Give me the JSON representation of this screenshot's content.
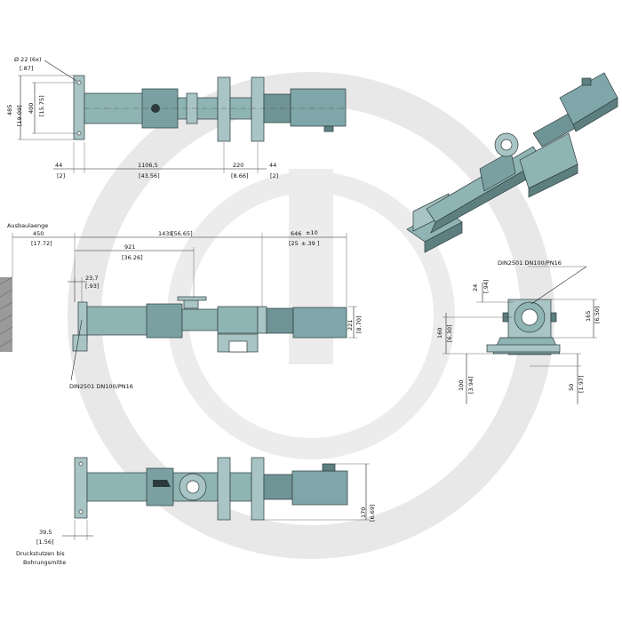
{
  "colors": {
    "pump_body": "#8fb4b4",
    "pump_dark": "#5d7f80",
    "flange": "#a9c4c4",
    "motor": "#7fa6a8",
    "watermark": "#e6e6e6",
    "wall": "#9a9a9a"
  },
  "top_view": {
    "hole_note": "Ø 22 (6x)",
    "hole_note_in": "[.87]",
    "h485": "485",
    "h485_in": "[19.09]",
    "h400": "400",
    "h400_in": "[15.75]",
    "d44_left": "44",
    "d44_left_in": "[2]",
    "d1106": "1106,5",
    "d1106_in": "[43.56]",
    "d220": "220",
    "d220_in": "[8.66]",
    "d44_right": "44",
    "d44_right_in": "[2]"
  },
  "side_view": {
    "install_length_label": "Ausbaulaenge",
    "d450": "450",
    "d450_in": "[17.72]",
    "d1439": "1439",
    "d1439_in": "[56.65]",
    "d646": "646",
    "tol": "±10",
    "d646_in": "[25",
    "tol_in": "±.39 ]",
    "d921": "921",
    "d921_in": "[36.26]",
    "d23": "23,7",
    "d23_in": "[.93]",
    "d221": "221",
    "d221_in": "[8.70]",
    "flange_note": "DIN2501 DN100/PN16"
  },
  "end_view": {
    "flange_note": "DIN2501 DN100/PN16",
    "d24": "24",
    "d24_in": "[.94]",
    "d165": "165",
    "d165_in": "[6.50]",
    "d160": "160",
    "d160_in": "[6.30]",
    "d100": "100",
    "d100_in": "[3.94]",
    "d50": "50",
    "d50_in": "[1.97]"
  },
  "bottom_view": {
    "d39": "39,5",
    "d39_in": "[1.56]",
    "outlet_note_1": "Druckstutzen bis",
    "outlet_note_2": "Bohrungsmitte",
    "d170": "170",
    "d170_in": "[6.69]"
  }
}
